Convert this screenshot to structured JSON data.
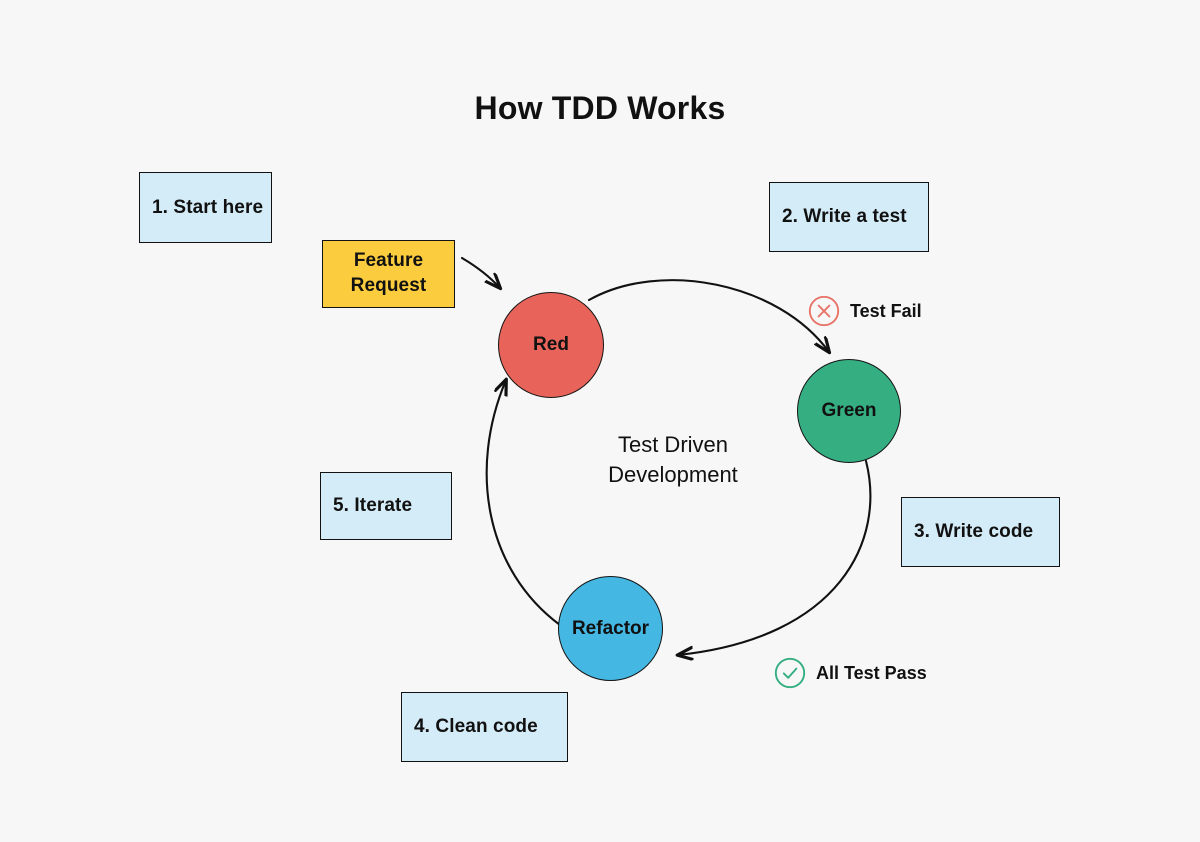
{
  "page": {
    "title": "How TDD Works",
    "background_color": "#f7f7f7"
  },
  "diagram": {
    "center_label_line1": "Test Driven",
    "center_label_line2": "Development",
    "nodes": [
      {
        "id": "red",
        "label": "Red",
        "color": "#e8645a"
      },
      {
        "id": "green",
        "label": "Green",
        "color": "#35ae82"
      },
      {
        "id": "refactor",
        "label": "Refactor",
        "color": "#44b7e2"
      }
    ],
    "input_box": {
      "line1": "Feature",
      "line2": "Request",
      "color": "#fbcd3e"
    },
    "steps": [
      {
        "id": "start-here",
        "label": "1. Start here",
        "color": "#d4ecf7"
      },
      {
        "id": "write-test",
        "label": "2. Write a test",
        "color": "#d4ecf7"
      },
      {
        "id": "write-code",
        "label": "3. Write code",
        "color": "#d4ecf7"
      },
      {
        "id": "clean-code",
        "label": "4. Clean code",
        "color": "#d4ecf7"
      },
      {
        "id": "iterate",
        "label": "5. Iterate",
        "color": "#d4ecf7"
      }
    ],
    "status_markers": [
      {
        "id": "test-fail",
        "label": "Test Fail",
        "icon": "circle-x-icon",
        "color": "#e8756a"
      },
      {
        "id": "all-pass",
        "label": "All Test Pass",
        "icon": "circle-check-icon",
        "color": "#35ae82"
      }
    ],
    "arrows": [
      {
        "id": "feature-to-red",
        "from": "Feature Request",
        "to": "Red"
      },
      {
        "id": "red-to-green",
        "from": "Red",
        "to": "Green"
      },
      {
        "id": "green-to-refactor",
        "from": "Green",
        "to": "Refactor"
      },
      {
        "id": "refactor-to-red",
        "from": "Refactor",
        "to": "Red"
      }
    ]
  }
}
